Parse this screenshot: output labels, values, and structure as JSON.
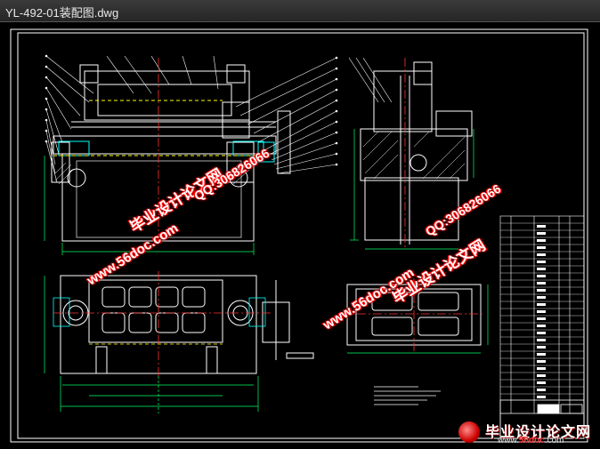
{
  "window": {
    "title": "YL-492-01装配图.dwg"
  },
  "watermarks": {
    "site_cn": "毕业设计论文网",
    "url": "www.56doc.com",
    "qq": "QQ:306826066"
  },
  "brand": {
    "cn": "毕业设计论文网",
    "url_prefix": "www.",
    "url_accent": "56doc",
    "url_suffix": ".com"
  },
  "colors": {
    "drawing_line": "#ffffff",
    "dimension": "#00ff66",
    "centerline": "#ff3333",
    "hidden": "#ffff00",
    "accent_cyan": "#00ffff",
    "watermark_red": "#ff0000"
  }
}
